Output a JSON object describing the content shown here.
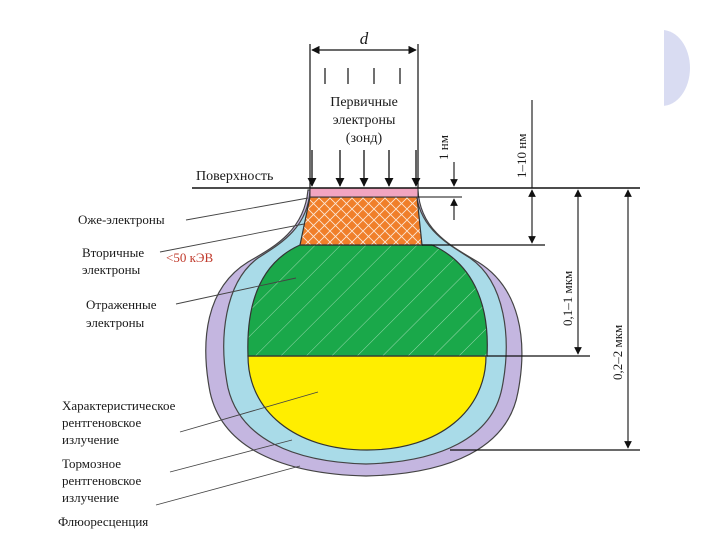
{
  "diagram": {
    "probe_width_label": "d",
    "primary_electrons": [
      "Первичные",
      "электроны",
      "(зонд)"
    ],
    "surface": "Поверхность",
    "dim_1nm": "1 нм",
    "dim_1_10nm": "1–10 нм",
    "dim_01_1um": "0,1–1 мкм",
    "dim_02_2um": "0,2–2 мкм",
    "auger": "Оже-электроны",
    "secondary": [
      "Вторичные",
      "электроны"
    ],
    "secondary_energy": "<50 кЭВ",
    "reflected": [
      "Отраженные",
      "электроны"
    ],
    "characteristic_xray": [
      "Характеристическое",
      "рентгеновское",
      "излучение"
    ],
    "bremsstrahlung": [
      "Тормозное",
      "рентгеновское",
      "излучение"
    ],
    "fluorescence": "Флюоресценция"
  },
  "colors": {
    "surface_layer": "#f2a5c0",
    "auger_zone": "#f07f2a",
    "reflected_zone": "#1aa84a",
    "characteristic_zone": "#ffee00",
    "brems_zone": "#a9dbe8",
    "fluor_zone": "#c4b6e0",
    "slide_accent": "#d9dcf2"
  }
}
